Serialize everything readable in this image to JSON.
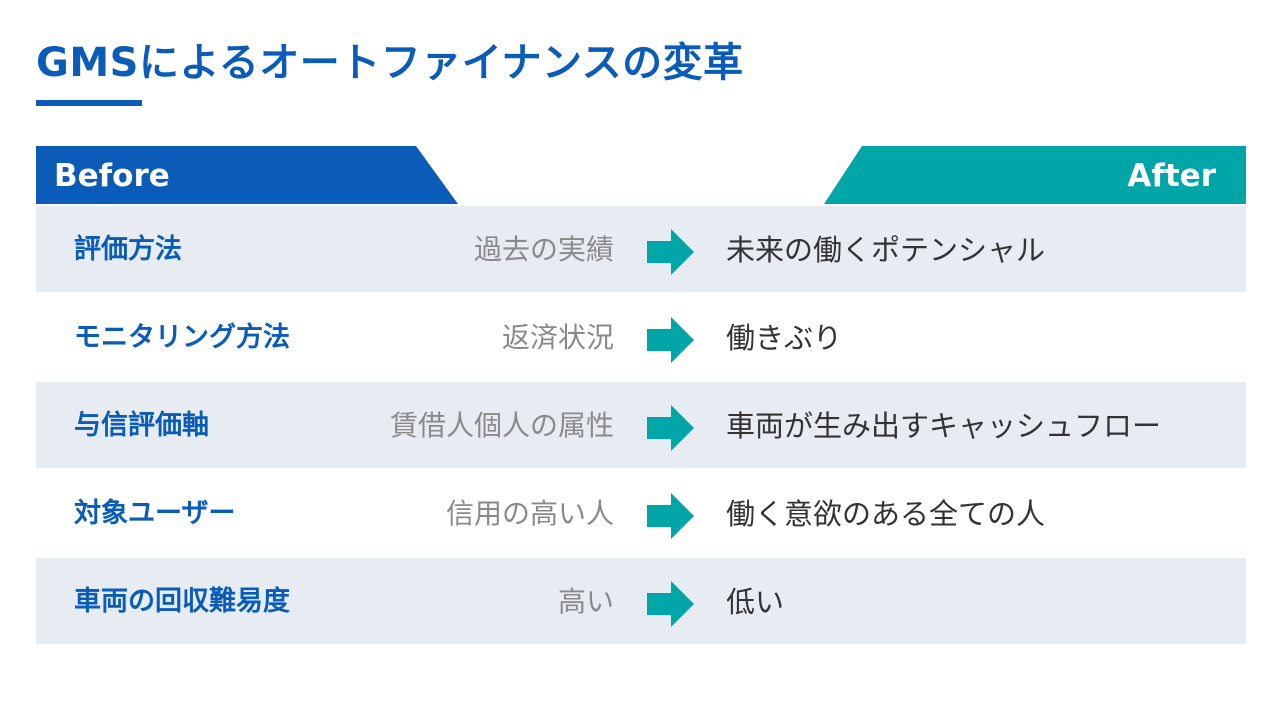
{
  "title": "GMSによるオートファイナンスの変革",
  "colors": {
    "primary_blue": "#0a5cb8",
    "teal": "#00a5a8",
    "row_shade": "#e7ecf3",
    "before_text": "#8a8a8a",
    "after_text": "#333333"
  },
  "header": {
    "before_label": "Before",
    "after_label": "After"
  },
  "rows": [
    {
      "label": "評価方法",
      "before": "過去の実績",
      "after": "未来の働くポテンシャル",
      "icon": "arrow-right-icon"
    },
    {
      "label": "モニタリング方法",
      "before": "返済状況",
      "after": "働きぶり",
      "icon": "arrow-right-icon"
    },
    {
      "label": "与信評価軸",
      "before": "賃借人個人の属性",
      "after": "車両が生み出すキャッシュフロー",
      "icon": "arrow-right-icon"
    },
    {
      "label": "対象ユーザー",
      "before": "信用の高い人",
      "after": "働く意欲のある全ての人",
      "icon": "arrow-right-icon"
    },
    {
      "label": "車両の回収難易度",
      "before": "高い",
      "after": "低い",
      "icon": "arrow-right-icon"
    }
  ]
}
